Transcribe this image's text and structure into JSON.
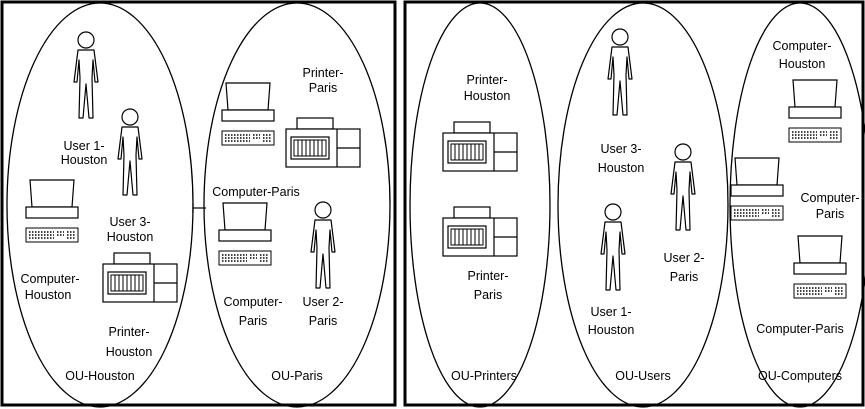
{
  "left_panel": {
    "ou_houston": {
      "name": "OU-Houston",
      "items": {
        "user1": [
          "User 1-",
          "Houston"
        ],
        "user3": [
          "User 3-",
          "Houston"
        ],
        "computer": [
          "Computer-",
          "Houston"
        ],
        "printer": [
          "Printer-",
          "Houston"
        ]
      }
    },
    "ou_paris": {
      "name": "OU-Paris",
      "items": {
        "printer": [
          "Printer-",
          "Paris"
        ],
        "computer1": "Computer-Paris",
        "computer2": [
          "Computer-",
          "Paris"
        ],
        "user2": [
          "User 2-",
          "Paris"
        ]
      }
    }
  },
  "right_panel": {
    "ou_printers": {
      "name": "OU-Printers",
      "items": {
        "printer_houston": [
          "Printer-",
          "Houston"
        ],
        "printer_paris": [
          "Printer-",
          "Paris"
        ]
      }
    },
    "ou_users": {
      "name": "OU-Users",
      "items": {
        "user3": [
          "User 3-",
          "Houston"
        ],
        "user2": [
          "User 2-",
          "Paris"
        ],
        "user1": [
          "User 1-",
          "Houston"
        ]
      }
    },
    "ou_computers": {
      "name": "OU-Computers",
      "items": {
        "computer_houston": [
          "Computer-",
          "Houston"
        ],
        "computer_paris1": [
          "Computer-",
          "Paris"
        ],
        "computer_paris2": "Computer-Paris"
      }
    }
  }
}
